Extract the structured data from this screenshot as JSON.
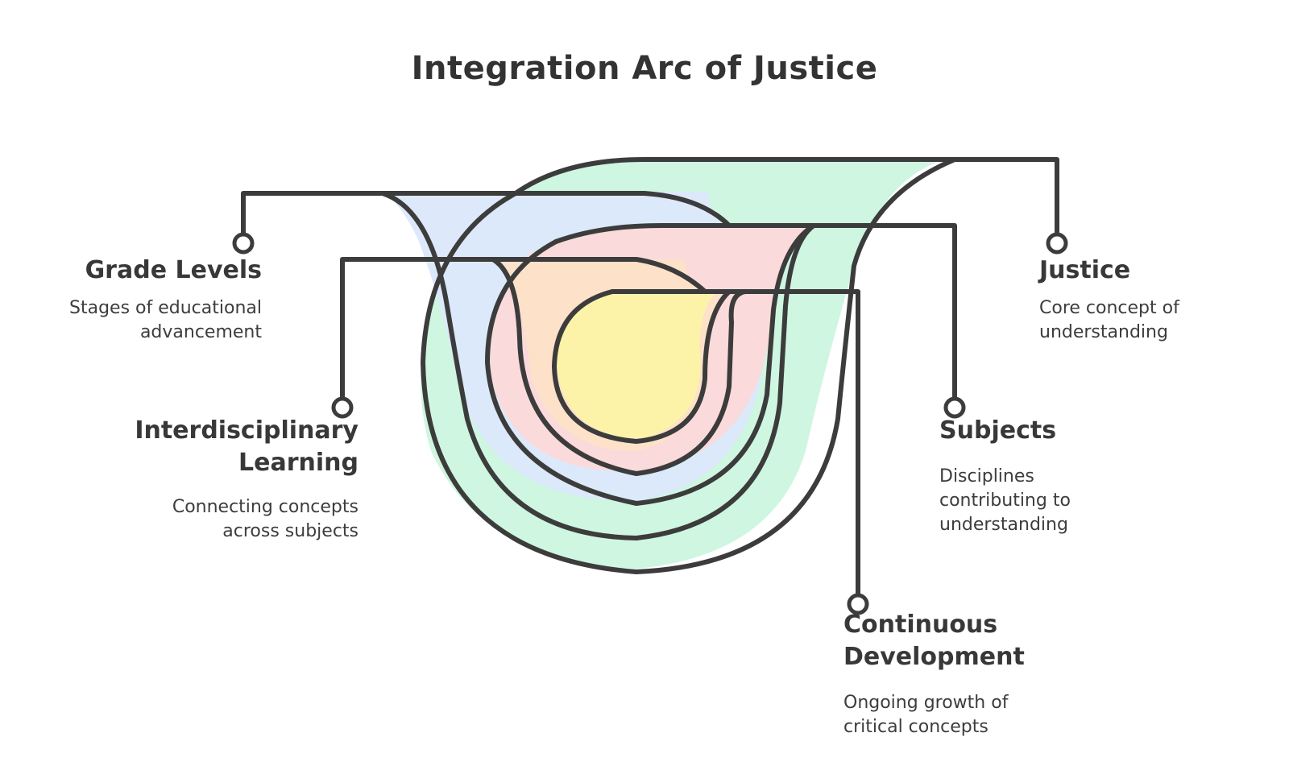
{
  "title": "Integration Arc of Justice",
  "items": {
    "grade_levels": {
      "heading": "Grade Levels",
      "description": "Stages of educational\nadvancement",
      "color": "#dbe8fb"
    },
    "interdisciplinary": {
      "heading": "Interdisciplinary\nLearning",
      "description": "Connecting concepts\nacross subjects",
      "color": "#fde2c8"
    },
    "justice": {
      "heading": "Justice",
      "description": "Core concept of\nunderstanding",
      "color": "#c9f5dd"
    },
    "subjects": {
      "heading": "Subjects",
      "description": "Disciplines\ncontributing to\nunderstanding",
      "color": "#fdd9d9"
    },
    "continuous": {
      "heading": "Continuous\nDevelopment",
      "description": "Ongoing growth of\ncritical concepts",
      "color": "#fcf3a6"
    }
  },
  "colors": {
    "stroke": "#3c3c3c"
  }
}
